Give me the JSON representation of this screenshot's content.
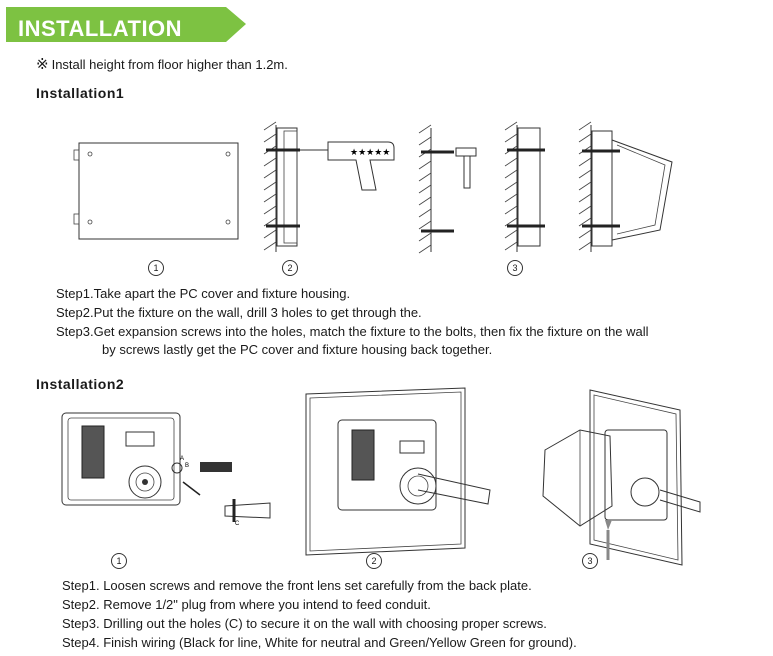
{
  "header": {
    "title": "INSTALLATION",
    "color": "#7dc242"
  },
  "note": {
    "symbol": "※",
    "text": "Install height from floor higher than 1.2m."
  },
  "installation1": {
    "heading": "Installation1",
    "markers": [
      "1",
      "2",
      "3"
    ],
    "steps": [
      "Step1.Take apart the PC cover and fixture housing.",
      "Step2.Put the fixture on the wall, drill 3 holes to get through the.",
      "Step3.Get expansion screws into the holes, match the fixture to the bolts, then fix the fixture on the wall",
      "by screws lastly get the PC cover and fixture housing back together."
    ]
  },
  "installation2": {
    "heading": "Installation2",
    "markers": [
      "1",
      "2",
      "3"
    ],
    "callouts": [
      "A",
      "B",
      "C"
    ],
    "steps": [
      "Step1. Loosen screws and remove the front lens set carefully from the back plate.",
      "Step2. Remove 1/2\" plug from where you intend to feed conduit.",
      "Step3. Drilling out the holes (C) to secure it on the wall with choosing proper screws.",
      "Step4. Finish wiring (Black for line, White for neutral and Green/Yellow Green for ground)."
    ]
  }
}
